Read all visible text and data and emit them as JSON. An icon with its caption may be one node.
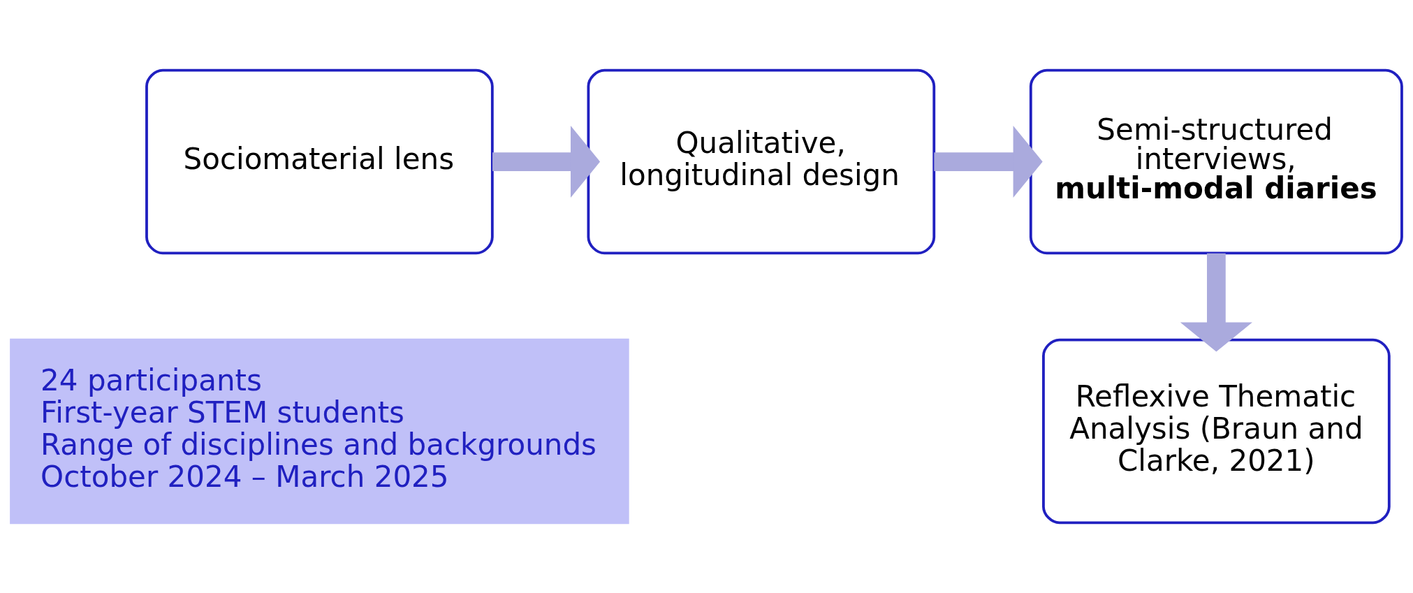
{
  "diagram": {
    "nodes": [
      {
        "text": [
          "Sociomaterial lens"
        ]
      },
      {
        "text": [
          "Qualitative, longitudinal design"
        ]
      },
      {
        "text": [
          "Semi-structured interviews, **multi-modal diaries**"
        ]
      },
      {
        "text": [
          "Reflexive Thematic Analysis (Braun and Clarke, 2021)"
        ]
      },
      {
        "text": [
          "24 participants",
          "First-year STEM students",
          "Range of disciplines and backgrounds",
          "October 2024 – March 2025"
        ]
      }
    ],
    "edges": [
      {
        "from": 0,
        "to": 1,
        "arrow": "to"
      },
      {
        "from": 1,
        "to": 2,
        "arrow": "to"
      },
      {
        "from": 2,
        "to": 3,
        "arrow": "to"
      }
    ]
  }
}
